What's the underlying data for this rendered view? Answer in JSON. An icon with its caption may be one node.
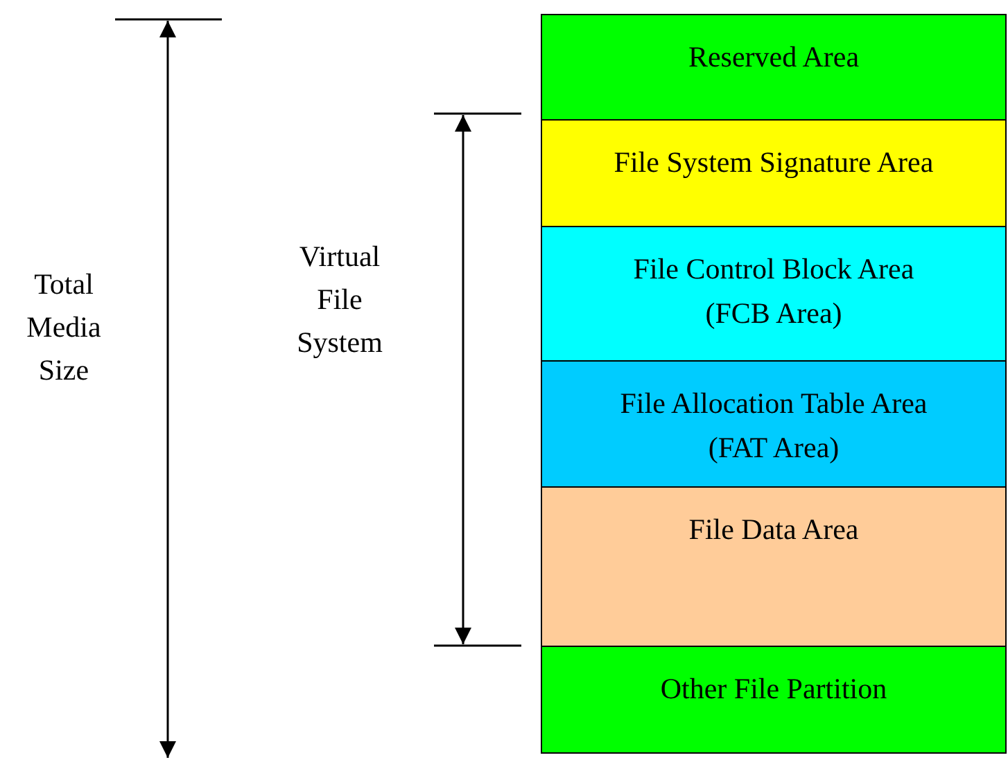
{
  "diagram": {
    "nodes": [
      {
        "text": [
          "Reserved Area"
        ]
      },
      {
        "text": [
          "File System Signature Area"
        ]
      },
      {
        "text": [
          "File Control Block Area",
          "(FCB Area)"
        ]
      },
      {
        "text": [
          "File Allocation Table Area",
          "(FAT Area)"
        ]
      },
      {
        "text": [
          "File Data Area"
        ]
      },
      {
        "text": [
          "Other File Partition"
        ]
      }
    ],
    "labels": [
      "Total Media Size",
      "Virtual File System"
    ]
  }
}
